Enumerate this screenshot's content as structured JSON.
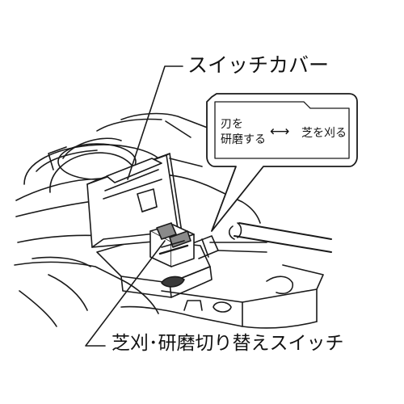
{
  "labels": {
    "switch_cover": "スイッチカバー",
    "selector_switch": "芝刈･研磨切り替えスイッチ"
  },
  "callout": {
    "grind_text": "刃を\n研磨する",
    "arrow": "⟷",
    "cut_text": "芝を刈る"
  },
  "colors": {
    "line": "#1a1a1a",
    "fill": "#ffffff",
    "shade": "#8a8a8a",
    "dark": "#3a3a3a"
  }
}
